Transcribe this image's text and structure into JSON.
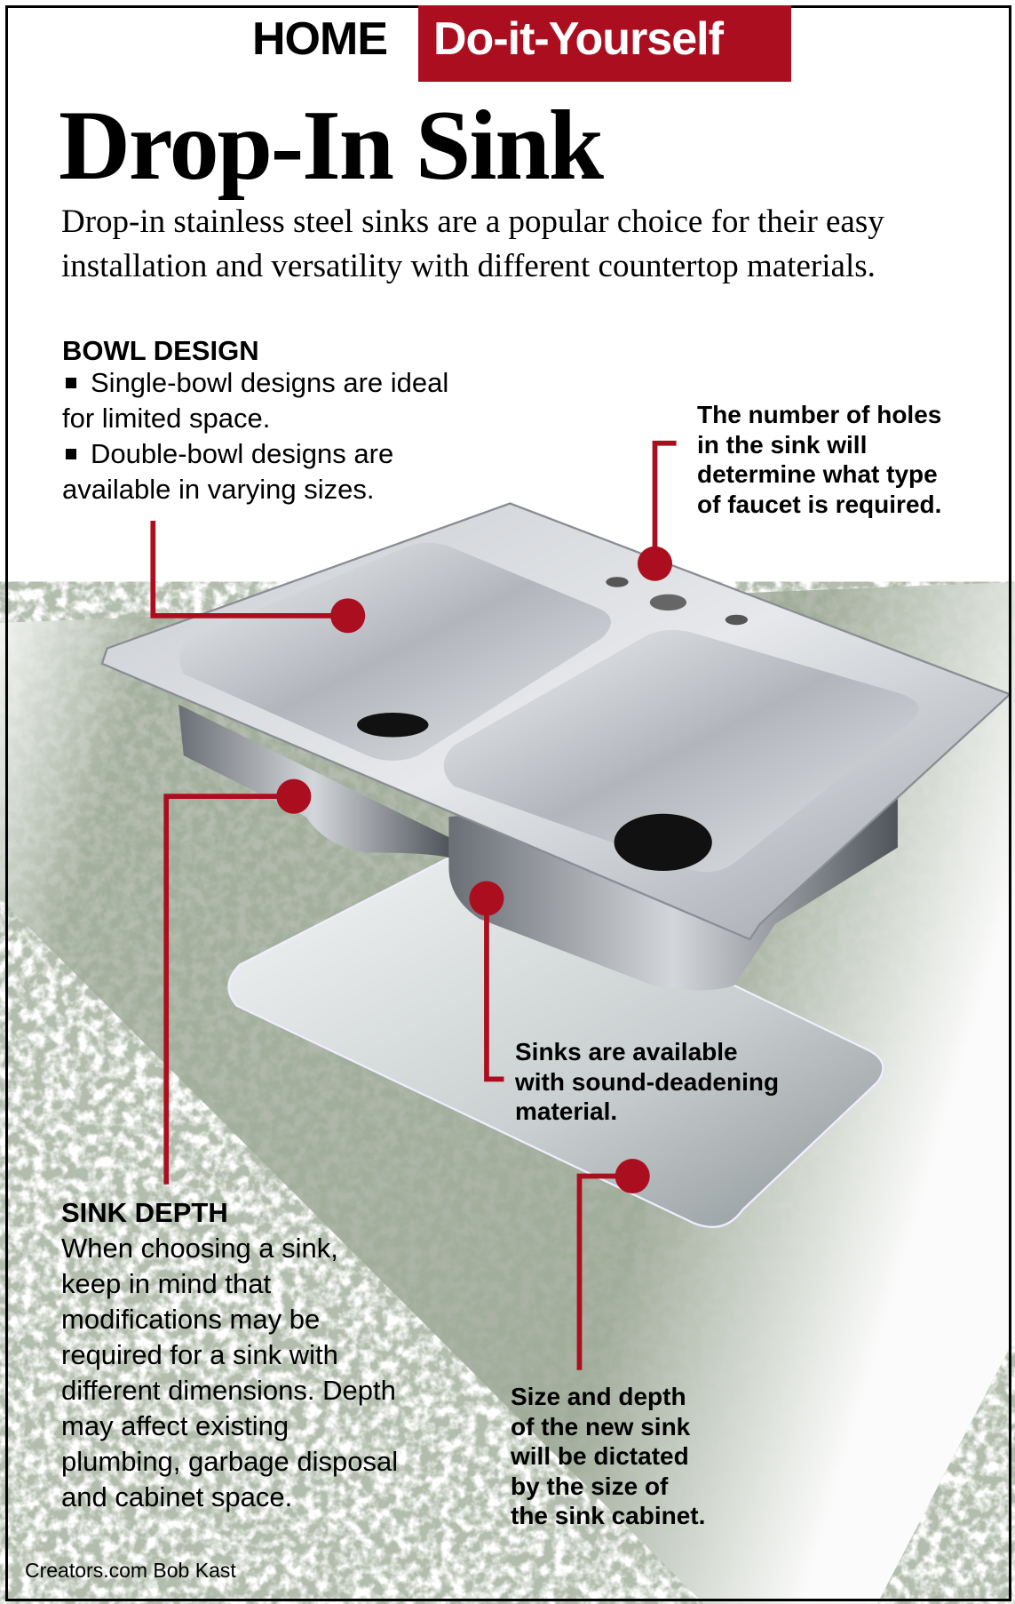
{
  "header": {
    "section": "HOME",
    "tag": "Do-it-Yourself",
    "accent_color": "#ab0f1f"
  },
  "title": "Drop-In Sink",
  "intro": [
    "Drop-in stainless steel sinks are a popular choice for their easy",
    "installation and versatility with different countertop materials."
  ],
  "bowl_design": {
    "heading": "BOWL DESIGN",
    "lines": [
      "Single-bowl designs are ideal",
      "for limited space.",
      "Double-bowl designs are",
      "available in varying sizes."
    ]
  },
  "callouts": {
    "holes": [
      "The number of holes",
      "in the sink will",
      "determine what type",
      "of faucet is required."
    ],
    "sound": [
      "Sinks are available",
      "with sound-deadening",
      "material."
    ],
    "size": [
      "Size and depth",
      "of the new sink",
      "will be dictated",
      "by the size of",
      "the sink cabinet."
    ]
  },
  "sink_depth": {
    "heading": "SINK DEPTH",
    "lines": [
      "When choosing a sink,",
      "keep in mind that",
      "modifications may be",
      "required for a sink with",
      "different dimensions. Depth",
      "may affect existing",
      "plumbing, garbage disposal",
      "and cabinet space."
    ]
  },
  "credit": "Creators.com Bob Kast"
}
